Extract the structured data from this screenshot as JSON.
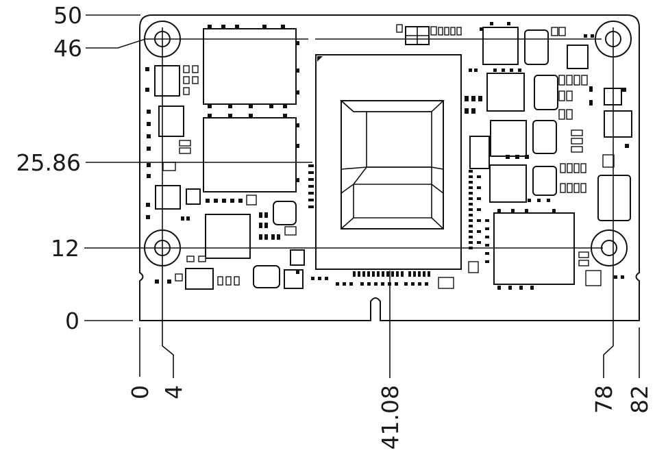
{
  "diagram": {
    "y_dimensions": [
      "50",
      "46",
      "25.86",
      "12",
      "0"
    ],
    "x_dimensions": [
      "0",
      "4",
      "41.08",
      "78",
      "82"
    ]
  }
}
